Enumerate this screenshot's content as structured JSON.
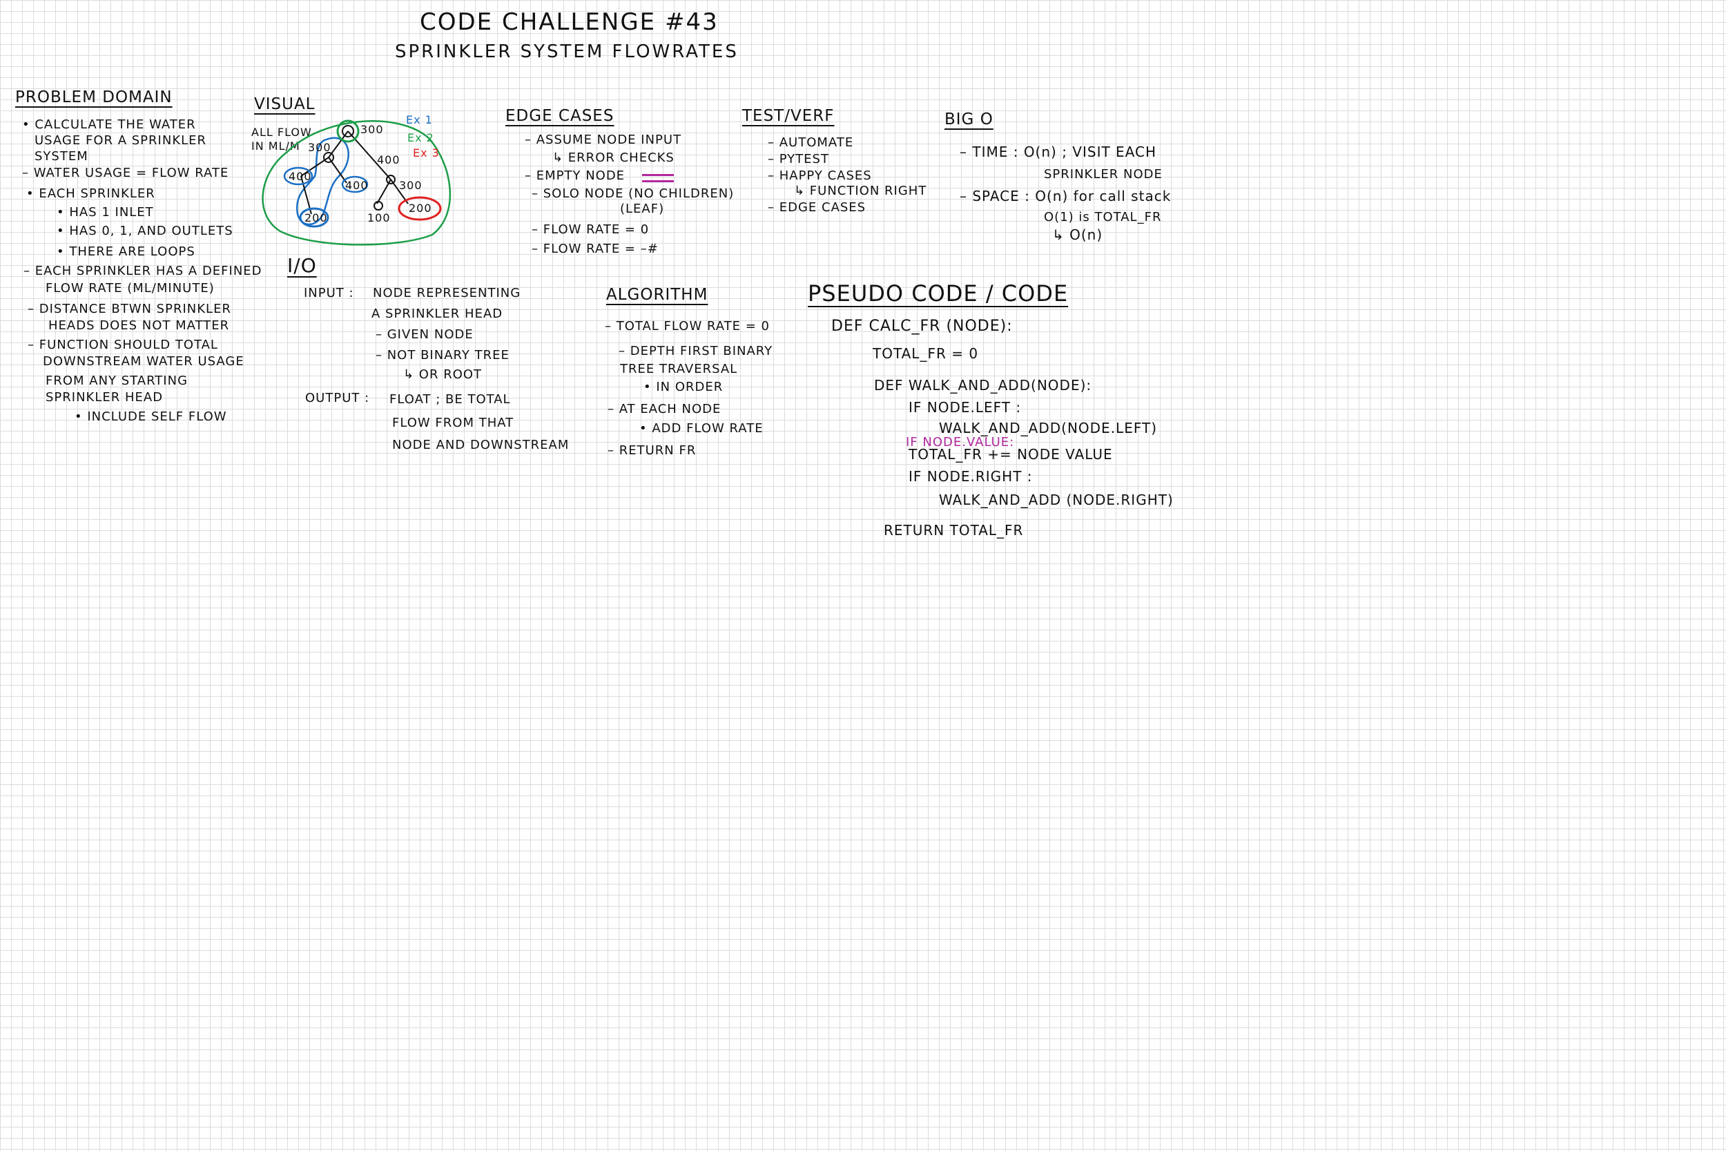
{
  "title": "CODE CHALLENGE #43",
  "subtitle": "SPRINKLER SYSTEM FLOWRATES",
  "problem_domain": {
    "heading": "PROBLEM DOMAIN",
    "lines": [
      "• CALCULATE THE WATER",
      "USAGE FOR A SPRINKLER",
      "SYSTEM",
      "– WATER USAGE = FLOW RATE",
      "• EACH SPRINKLER",
      "• HAS 1 INLET",
      "• HAS 0, 1, AND OUTLETS",
      "• THERE ARE   LOOPS",
      "– EACH SPRINKLER HAS A DEFINED",
      "FLOW RATE (ML/MINUTE)",
      "– DISTANCE BTWN SPRINKLER",
      "HEADS DOES NOT MATTER",
      "– FUNCTION SHOULD TOTAL",
      "DOWNSTREAM WATER USAGE",
      "FROM ANY STARTING",
      "SPRINKLER HEAD",
      "• INCLUDE SELF FLOW"
    ]
  },
  "visual": {
    "heading": "VISUAL",
    "note_1": "ALL FLOW",
    "note_2": "IN ML/M",
    "legend": [
      "Ex 1",
      "Ex 2",
      "Ex 3"
    ],
    "legend_colors": [
      "#1a6fc4",
      "#1e9e4a",
      "#e02020"
    ],
    "nodes": [
      "300",
      "300",
      "400",
      "400",
      "400",
      "300",
      "200",
      "100",
      "200"
    ]
  },
  "edge_cases": {
    "heading": "EDGE CASES",
    "lines": [
      "– ASSUME NODE INPUT",
      "↳ ERROR CHECKS",
      "– EMPTY NODE",
      "– SOLO NODE (NO CHILDREN)",
      "(LEAF)",
      "– FLOW RATE = 0",
      "– FLOW RATE = –#"
    ]
  },
  "test_verf": {
    "heading": "TEST/VERF",
    "lines": [
      "– AUTOMATE",
      "– PYTEST",
      "– HAPPY CASES",
      "↳ FUNCTION RIGHT",
      "– EDGE CASES"
    ]
  },
  "big_o": {
    "heading": "BIG O",
    "lines": [
      "– TIME :  O(n) ; VISIT EACH",
      "SPRINKLER NODE",
      "– SPACE :  O(n) for call stack",
      "O(1) is TOTAL_FR",
      "↳ O(n)"
    ]
  },
  "io": {
    "heading": "I/O",
    "input_label": "INPUT :",
    "input_lines": [
      "NODE REPRESENTING",
      "A SPRINKLER HEAD",
      "– GIVEN NODE",
      "– NOT BINARY TREE",
      "↳ OR ROOT"
    ],
    "output_label": "OUTPUT :",
    "output_lines": [
      "FLOAT ; BE TOTAL",
      "FLOW FROM THAT",
      "NODE AND DOWNSTREAM"
    ]
  },
  "algorithm": {
    "heading": "ALGORITHM",
    "lines": [
      "– TOTAL FLOW RATE = 0",
      "– DEPTH FIRST BINARY",
      "TREE TRAVERSAL",
      "• IN ORDER",
      "– AT EACH NODE",
      "• ADD FLOW RATE",
      "– RETURN FR"
    ]
  },
  "pseudo_code": {
    "heading": "PSEUDO CODE / CODE",
    "lines": [
      "DEF  CALC_FR (NODE):",
      "TOTAL_FR = 0",
      "DEF  WALK_AND_ADD(NODE):",
      "IF  NODE.LEFT :",
      "WALK_AND_ADD(NODE.LEFT)",
      "IF NODE.VALUE:",
      "TOTAL_FR += NODE VALUE",
      "IF  NODE.RIGHT :",
      "WALK_AND_ADD (NODE.RIGHT)",
      "RETURN  TOTAL_FR"
    ],
    "highlight_color": "#b0289e"
  }
}
